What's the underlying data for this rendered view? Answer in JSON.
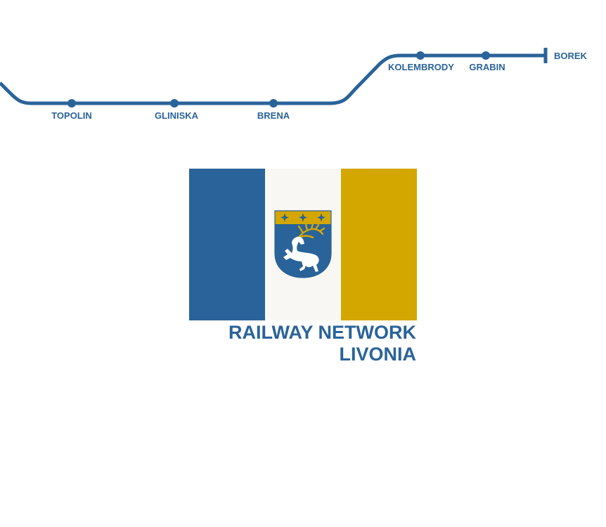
{
  "colors": {
    "line": "#2a6399",
    "flag_left": "#2a6399",
    "flag_middle": "#f8f7f4",
    "flag_right": "#d4a700",
    "shield_chief": "#d4a700",
    "shield_field": "#2a6399",
    "stag": "#ffffff",
    "antlers": "#d4a700",
    "text": "#2a6399"
  },
  "route": {
    "stations": [
      {
        "name": "TOPOLIN"
      },
      {
        "name": "GLINISKA"
      },
      {
        "name": "BRENA"
      },
      {
        "name": "KOLEMBRODY"
      },
      {
        "name": "GRABIN"
      },
      {
        "name": "BOREK",
        "terminus": true
      }
    ]
  },
  "flag": {
    "emblem": {
      "chief_icon": "four-pointed-star-icon",
      "chief_icon_count": 3,
      "charge": "stag-icon"
    }
  },
  "brand": {
    "line1": "RAILWAY NETWORK",
    "line2": "LIVONIA"
  }
}
